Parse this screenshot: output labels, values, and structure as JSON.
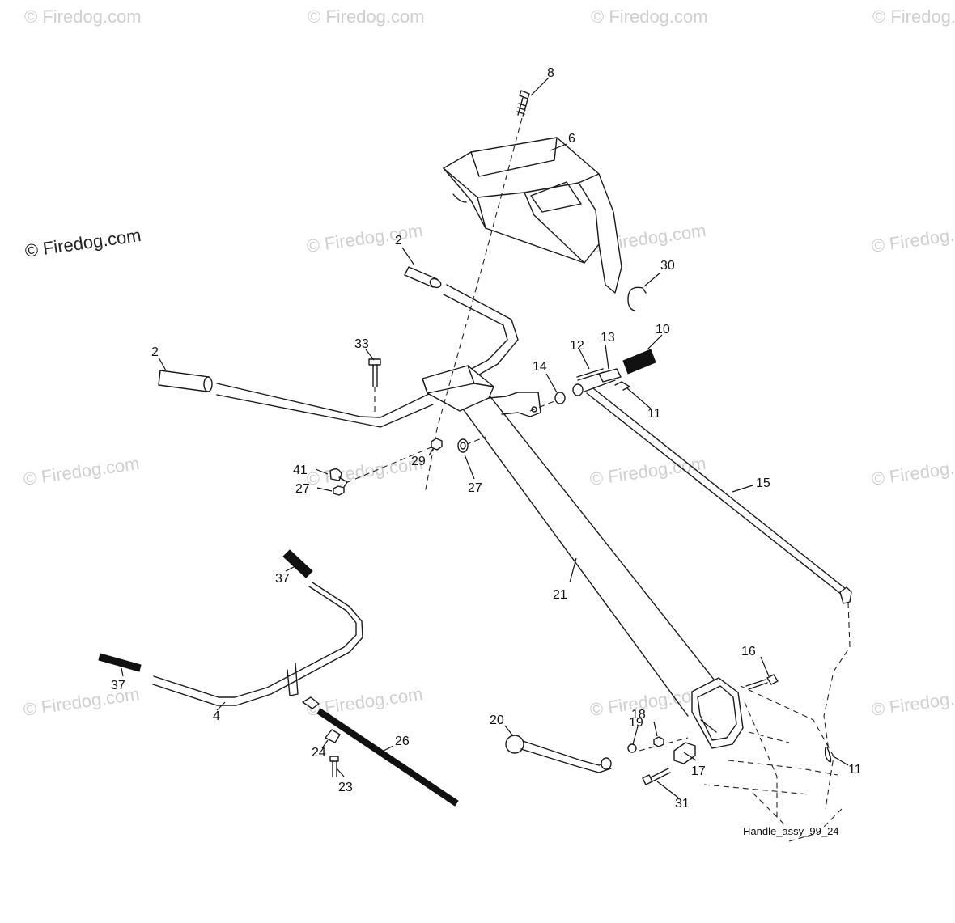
{
  "copyright": "© Firedog.com",
  "watermark": "© Firedog.com",
  "caption": "Handle_assy_99_24",
  "callouts": {
    "p2a": "2",
    "p2b": "2",
    "p4": "4",
    "p6": "6",
    "p8": "8",
    "p10": "10",
    "p11a": "11",
    "p11b": "11",
    "p12": "12",
    "p13": "13",
    "p14": "14",
    "p15": "15",
    "p16": "16",
    "p17": "17",
    "p18": "18",
    "p19": "19",
    "p20": "20",
    "p21": "21",
    "p23": "23",
    "p24": "24",
    "p26": "26",
    "p27a": "27",
    "p27b": "27",
    "p29": "29",
    "p30": "30",
    "p31": "31",
    "p33": "33",
    "p37a": "37",
    "p37b": "37",
    "p41": "41"
  }
}
